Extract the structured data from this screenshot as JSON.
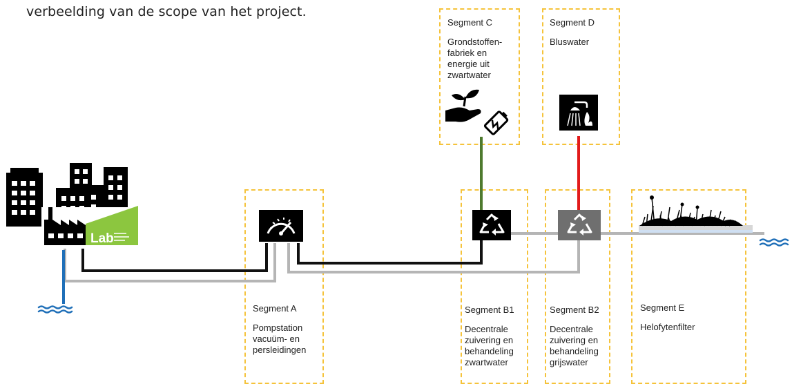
{
  "caption": "verbeelding van de scope van het project.",
  "segments": {
    "a": {
      "title": "Segment A",
      "desc": "Pompstation\nvacuüm- en\npersleidingen"
    },
    "b1": {
      "title": "Segment B1",
      "desc": "Decentrale\nzuivering en\nbehandeling\nzwartwater"
    },
    "b2": {
      "title": "Segment B2",
      "desc": "Decentrale\nzuivering en\nbehandeling\ngrijswater"
    },
    "c": {
      "title": "Segment C",
      "desc": "Grondstoffen-\nfabriek en\nenergie uit\nzwartwater"
    },
    "d": {
      "title": "Segment D",
      "desc": "Bluswater"
    },
    "e": {
      "title": "Segment E",
      "desc": "Helofytenfilter"
    }
  },
  "logo": {
    "text": "Lab"
  },
  "colors": {
    "segment_border": "#f5c33b",
    "black_line": "#111111",
    "grey_line": "#b5b5b5",
    "green_line": "#4e7a2e",
    "red_line": "#e21b1b",
    "water": "#1f6fb8",
    "lab_green": "#8cc63f"
  },
  "icons": [
    "city-icon",
    "factory-icon",
    "pump-gauge-icon",
    "recycle-icon",
    "plant-hand-icon",
    "battery-icon",
    "shower-icon",
    "reed-icon",
    "water-wave-icon"
  ]
}
